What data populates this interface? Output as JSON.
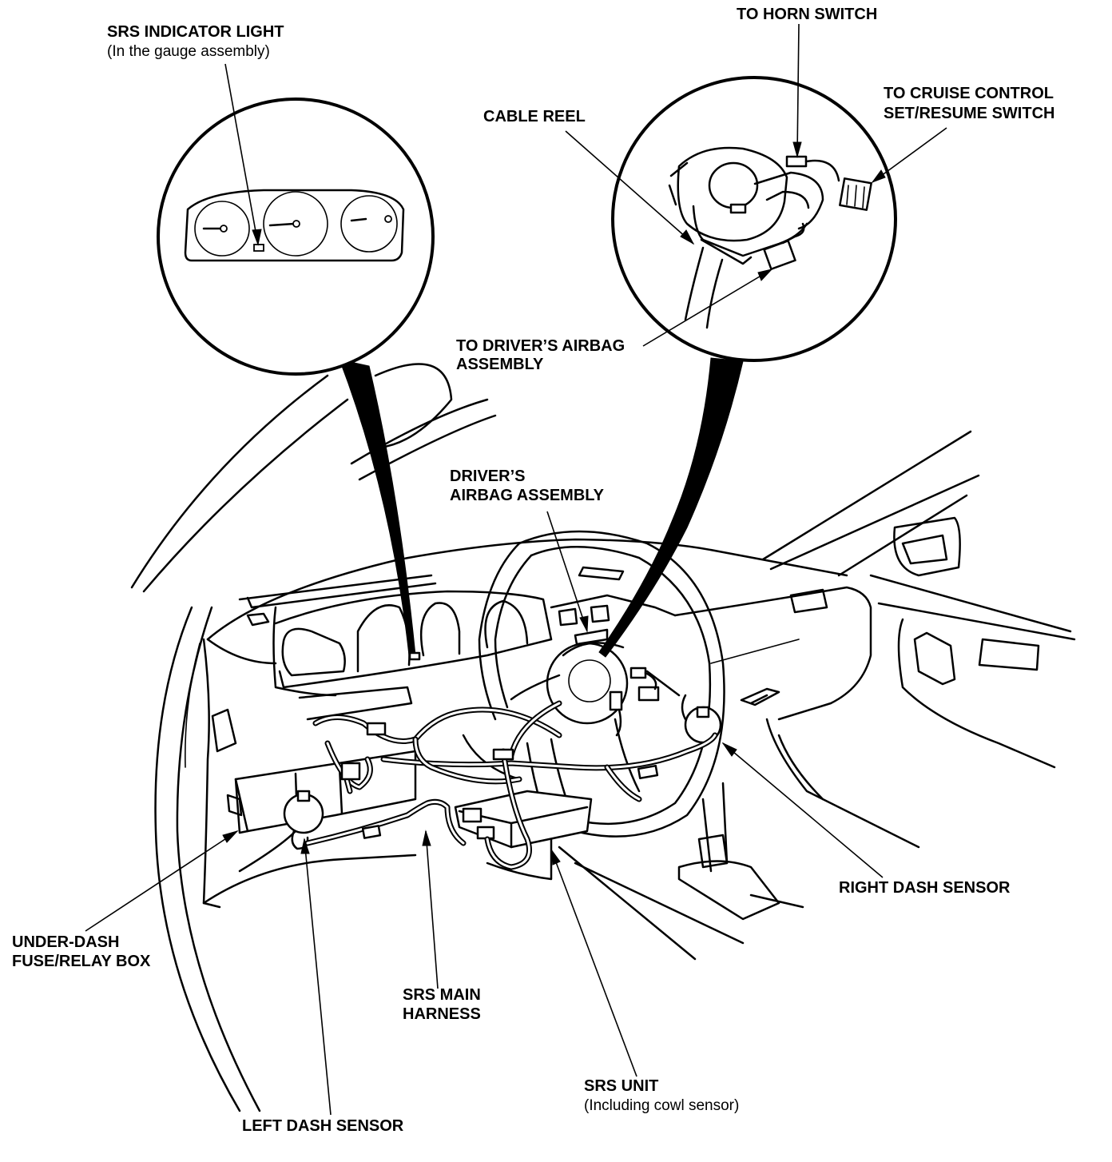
{
  "labels": {
    "srs_indicator_light": "SRS INDICATOR LIGHT",
    "srs_indicator_light_sub": "(In the gauge assembly)",
    "to_horn_switch": "TO HORN SWITCH",
    "to_cruise_control_line1": "TO CRUISE CONTROL",
    "to_cruise_control_line2": "SET/RESUME SWITCH",
    "cable_reel": "CABLE REEL",
    "to_drivers_airbag_line1": "TO DRIVER’S AIRBAG",
    "to_drivers_airbag_line2": "ASSEMBLY",
    "drivers_airbag_line1": "DRIVER’S",
    "drivers_airbag_line2": "AIRBAG ASSEMBLY",
    "right_dash_sensor": "RIGHT DASH SENSOR",
    "under_dash_line1": "UNDER-DASH",
    "under_dash_line2": "FUSE/RELAY BOX",
    "srs_main_harness_line1": "SRS MAIN",
    "srs_main_harness_line2": "HARNESS",
    "srs_unit": "SRS UNIT",
    "srs_unit_sub": "(Including cowl sensor)",
    "left_dash_sensor": "LEFT DASH SENSOR"
  },
  "colors": {
    "ink": "#000000",
    "paper": "#ffffff"
  }
}
